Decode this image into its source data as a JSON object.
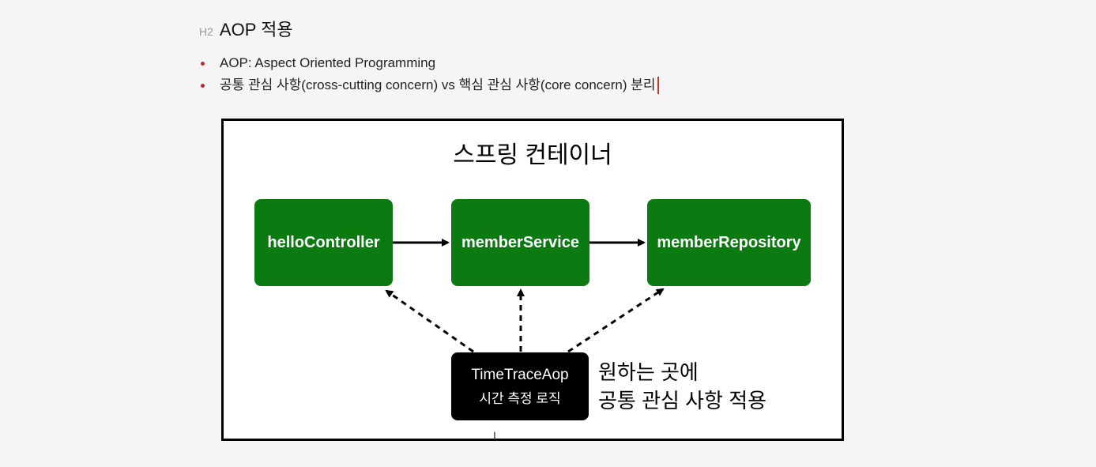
{
  "heading": {
    "marker": "H2",
    "title": "AOP 적용"
  },
  "bullets": [
    "AOP: Aspect Oriented Programming",
    "공통 관심 사항(cross-cutting concern) vs 핵심 관심 사항(core concern) 분리"
  ],
  "diagram": {
    "title": "스프링 컨테이너",
    "nodes": {
      "hello": "helloController",
      "service": "memberService",
      "repository": "memberRepository"
    },
    "aop": {
      "name": "TimeTraceAop",
      "description": "시간 측정 로직"
    },
    "note": {
      "line1": "원하는 곳에",
      "line2": "공통 관심 사항 적용"
    }
  },
  "colors": {
    "node_green": "#0b7a10",
    "aop_black": "#000000",
    "bullet_red": "#b03030"
  },
  "icons": {
    "mouse_cursor": "text-cursor-icon"
  }
}
